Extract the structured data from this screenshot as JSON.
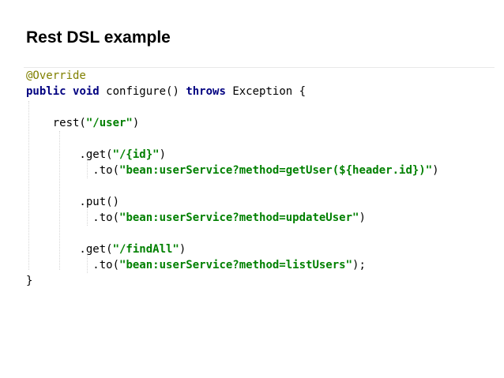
{
  "slide": {
    "title": "Rest DSL example"
  },
  "colors": {
    "annotation": "#808000",
    "keyword": "#000080",
    "string": "#008000",
    "plain": "#000000",
    "background": "#ffffff"
  },
  "code": {
    "lines": [
      [
        {
          "type": "annotation",
          "text": "@Override"
        }
      ],
      [
        {
          "type": "keyword",
          "text": "public"
        },
        {
          "type": "plain",
          "text": " "
        },
        {
          "type": "keyword",
          "text": "void"
        },
        {
          "type": "plain",
          "text": " configure() "
        },
        {
          "type": "keyword",
          "text": "throws"
        },
        {
          "type": "plain",
          "text": " Exception {"
        }
      ],
      [],
      [
        {
          "type": "plain",
          "text": "    rest("
        },
        {
          "type": "string",
          "text": "\"/user\""
        },
        {
          "type": "plain",
          "text": ")"
        }
      ],
      [],
      [
        {
          "type": "plain",
          "text": "        .get("
        },
        {
          "type": "string",
          "text": "\"/{id}\""
        },
        {
          "type": "plain",
          "text": ")"
        }
      ],
      [
        {
          "type": "plain",
          "text": "          .to("
        },
        {
          "type": "string",
          "text": "\"bean:userService?method=getUser(${header.id})\""
        },
        {
          "type": "plain",
          "text": ")"
        }
      ],
      [],
      [
        {
          "type": "plain",
          "text": "        .put()"
        }
      ],
      [
        {
          "type": "plain",
          "text": "          .to("
        },
        {
          "type": "string",
          "text": "\"bean:userService?method=updateUser\""
        },
        {
          "type": "plain",
          "text": ")"
        }
      ],
      [],
      [
        {
          "type": "plain",
          "text": "        .get("
        },
        {
          "type": "string",
          "text": "\"/findAll\""
        },
        {
          "type": "plain",
          "text": ")"
        }
      ],
      [
        {
          "type": "plain",
          "text": "          .to("
        },
        {
          "type": "string",
          "text": "\"bean:userService?method=listUsers\""
        },
        {
          "type": "plain",
          "text": ");"
        }
      ],
      [
        {
          "type": "plain",
          "text": "}"
        }
      ]
    ]
  }
}
